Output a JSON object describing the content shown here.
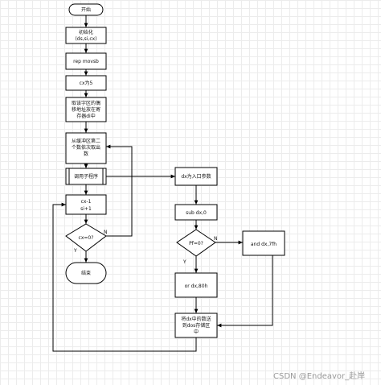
{
  "nodes": {
    "start": "开始",
    "init": [
      "初始化",
      "(ds,si,cx)"
    ],
    "rep": "rep movsb",
    "cx5": "cx为5",
    "fetch": [
      "取该字区的偶",
      "移地址放在寄",
      "存器di中"
    ],
    "second": [
      "从缓冲区第二",
      "个数依次取出",
      "数"
    ],
    "call": "调用子程序",
    "dec": [
      "cx-1",
      "si+1"
    ],
    "cxz": "cx=0?",
    "end": "结束",
    "param": "dx为入口参数",
    "sub": "sub dx,0",
    "pf": "Pf=0?",
    "and": "and dx,7fh",
    "or": "or dx,80h",
    "store": [
      "将dx中的数送",
      "到dos存储区",
      "中"
    ]
  },
  "edges": {
    "no": "N",
    "yes": "Y"
  },
  "watermark": "CSDN @Endeavor_赴岸"
}
